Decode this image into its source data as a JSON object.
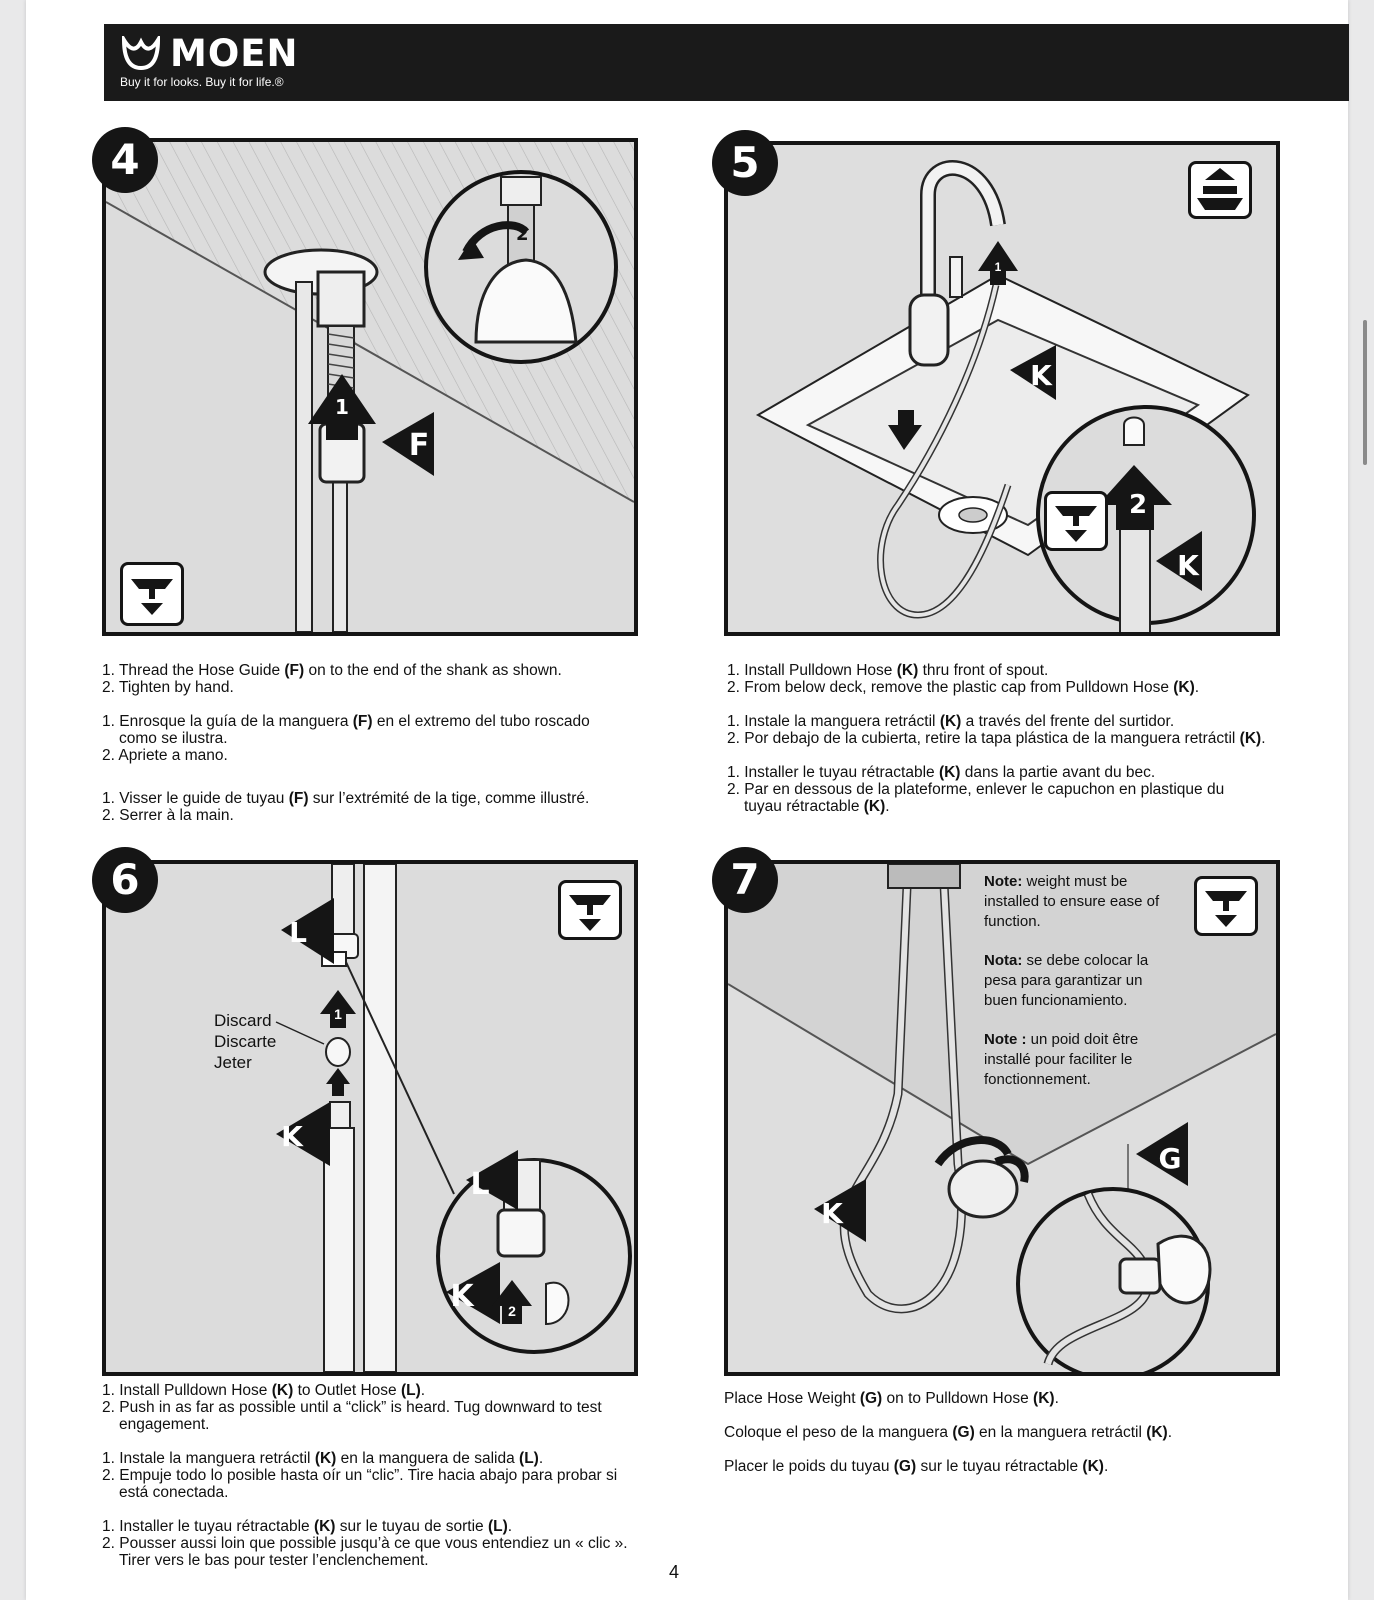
{
  "header": {
    "brand": "MOEN",
    "tagline": "Buy it for looks. Buy it for life.®"
  },
  "page_number": "4",
  "steps": [
    {
      "number": "4",
      "part_labels": [
        "F"
      ],
      "arrow_labels": [
        "1",
        "2"
      ],
      "instructions": {
        "en": [
          "1. Thread the Hose Guide (F) on to the end of the shank as shown.",
          "2. Tighten by hand."
        ],
        "es": [
          "1. Enrosque la guía de la manguera (F) en el extremo del tubo roscado",
          "como se ilustra.",
          "2. Apriete a mano."
        ],
        "fr": [
          "1. Visser le guide de tuyau (F) sur l’extrémité de la tige, comme illustré.",
          "2. Serrer à la main."
        ]
      }
    },
    {
      "number": "5",
      "part_labels": [
        "K",
        "K"
      ],
      "arrow_labels": [
        "1",
        "2"
      ],
      "instructions": {
        "en": [
          "1. Install Pulldown Hose (K) thru front of spout.",
          "2. From below deck, remove the plastic cap from Pulldown Hose (K)."
        ],
        "es": [
          "1. Instale la manguera retráctil (K) a través del frente del surtidor.",
          "2. Por debajo de la cubierta, retire la tapa plástica de la manguera retráctil (K)."
        ],
        "fr": [
          "1. Installer le tuyau rétractable (K) dans la partie avant du bec.",
          "2. Par en dessous de la plateforme, enlever le capuchon en plastique du",
          "tuyau rétractable (K)."
        ]
      }
    },
    {
      "number": "6",
      "part_labels": [
        "L",
        "K",
        "L",
        "K"
      ],
      "arrow_labels": [
        "1",
        "2"
      ],
      "discard_label": [
        "Discard",
        "Discarte",
        "Jeter"
      ],
      "instructions": {
        "en": [
          "1. Install Pulldown Hose (K) to Outlet Hose (L).",
          "2. Push in as far as possible until a “click” is heard. Tug downward to test",
          "engagement."
        ],
        "es": [
          "1. Instale la manguera retráctil (K) en la manguera de salida (L).",
          "2. Empuje todo lo posible hasta oír un “clic”. Tire hacia abajo para probar si",
          "está conectada."
        ],
        "fr": [
          "1. Installer le tuyau rétractable (K) sur le tuyau de sortie (L).",
          "2. Pousser aussi loin que possible jusqu’à ce que vous entendiez un « clic ».",
          "Tirer vers le bas pour tester l’enclenchement."
        ]
      }
    },
    {
      "number": "7",
      "part_labels": [
        "K",
        "G"
      ],
      "note": {
        "en": {
          "label": "Note:",
          "text": " weight must be installed to ensure ease of function."
        },
        "es": {
          "label": "Nota:",
          "text": " se debe colocar la pesa para garantizar un buen funcionamiento."
        },
        "fr": {
          "label": "Note :",
          "text": " un poid doit être installé pour faciliter le fonctionnement."
        }
      },
      "instructions": {
        "en": [
          "Place Hose Weight (G) on to Pulldown Hose (K)."
        ],
        "es": [
          "Coloque el peso de la manguera (G) en la manguera retráctil (K)."
        ],
        "fr": [
          "Placer le poids du tuyau (G) sur le tuyau rétractable (K)."
        ]
      }
    }
  ],
  "icons": [
    "moen-logo-icon",
    "below-deck-icon",
    "above-deck-icon",
    "hand-icon",
    "curved-arrow-icon"
  ]
}
